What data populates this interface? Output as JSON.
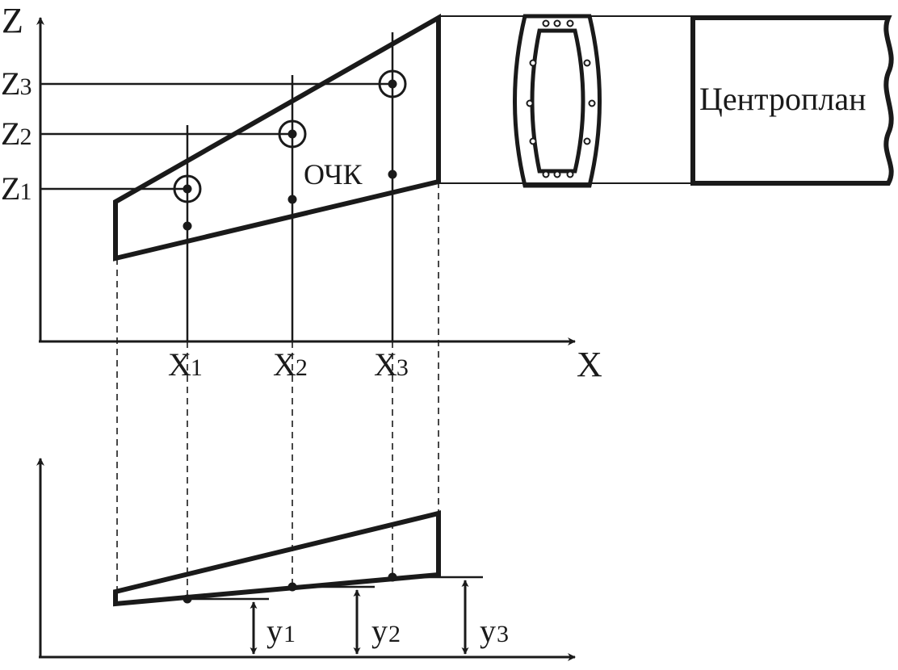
{
  "labels": {
    "z_axis": "Z",
    "x_axis": "X",
    "z1": {
      "main": "Z",
      "idx": "1"
    },
    "z2": {
      "main": "Z",
      "idx": "2"
    },
    "z3": {
      "main": "Z",
      "idx": "3"
    },
    "x1": {
      "main": "X",
      "idx": "1"
    },
    "x2": {
      "main": "X",
      "idx": "2"
    },
    "x3": {
      "main": "X",
      "idx": "3"
    },
    "y1": {
      "main": "y",
      "idx": "1"
    },
    "y2": {
      "main": "y",
      "idx": "2"
    },
    "y3": {
      "main": "y",
      "idx": "3"
    },
    "ochk": "ОЧК",
    "centroplan": "Центроплан"
  },
  "colors": {
    "ink": "#1a1a1a",
    "background": "#ffffff"
  }
}
